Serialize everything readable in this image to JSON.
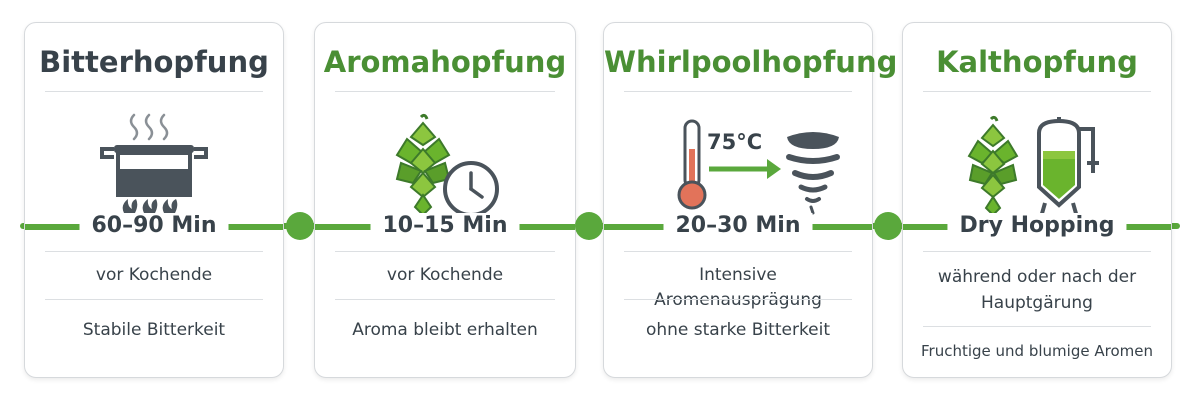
{
  "stages": [
    {
      "title": "Bitterhopfung",
      "icon": "boiling-pot-icon",
      "duration": "60–90 Min",
      "timing": "vor Kochende",
      "effect": "Stabile Bitterkeit"
    },
    {
      "title": "Aromahopfung",
      "icon": "hop-cone-clock-icon",
      "duration": "10–15 Min",
      "timing": "vor Kochende",
      "effect": "Aroma bleibt erhalten"
    },
    {
      "title": "Whirlpoolhopfung",
      "icon": "thermometer-whirlpool-icon",
      "temperature": "75°C",
      "duration": "20–30 Min",
      "timing": "Intensive Aromenausprägung",
      "effect": "ohne starke Bitterkeit"
    },
    {
      "title": "Kalthopfung",
      "icon": "hop-cone-fermenter-icon",
      "duration": "Dry Hopping",
      "timing_line1": "während oder nach der",
      "timing_line2": "Hauptgärung",
      "effect": "Fruchtige und blumige Aromen"
    }
  ],
  "colors": {
    "accent": "#5aa83c",
    "title_green": "#4a8f34",
    "text": "#38424a"
  }
}
